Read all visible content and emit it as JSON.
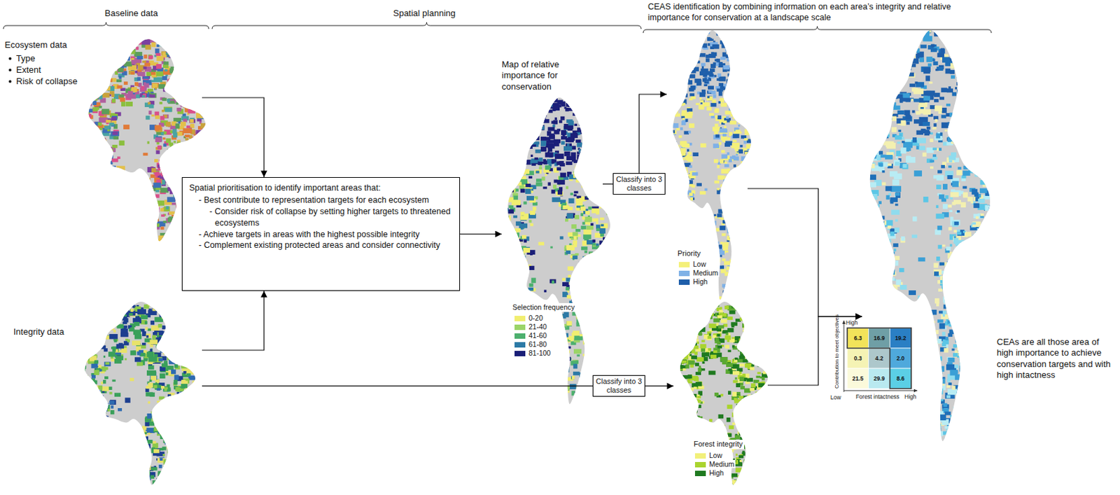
{
  "diagram": {
    "nodes": [
      {
        "text": [
          "Ecosystem data",
          "Type",
          "Extent",
          "Risk of collapse"
        ]
      },
      {
        "text": [
          "Spatial prioritisation to identify important areas that:",
          "- Best contribute to representation targets for each ecosystem",
          "- Consider risk of collapse by setting higher targets to threatened ecosystems",
          "- Achieve targets in areas with the highest possible integrity",
          "- Complement existing protected areas and consider connectivity"
        ]
      },
      {
        "text": [
          "Integrity data"
        ]
      },
      {
        "text": [
          "Map of relative importance for conservation",
          "Selection frequency"
        ]
      },
      {
        "text": [
          "Classify into 3 classes"
        ]
      },
      {
        "text": [
          "Priority"
        ]
      },
      {
        "text": [
          "Classify into 3 classes"
        ]
      },
      {
        "text": [
          "Forest integrity"
        ]
      },
      {
        "text": [
          "CEAs are all those area of high importance to achieve conservation targets and with high intactness"
        ]
      }
    ],
    "edges": [
      {
        "from": 0,
        "to": 1,
        "arrow": "to"
      },
      {
        "from": 2,
        "to": 1,
        "arrow": "to"
      },
      {
        "from": 1,
        "to": 3,
        "arrow": "to"
      },
      {
        "from": 3,
        "to": 4,
        "arrow": "none"
      },
      {
        "from": 4,
        "to": 5,
        "arrow": "to"
      },
      {
        "from": 5,
        "to": 8,
        "arrow": "to"
      },
      {
        "from": 2,
        "to": 6,
        "arrow": "none"
      },
      {
        "from": 6,
        "to": 7,
        "arrow": "to"
      },
      {
        "from": 7,
        "to": 8,
        "arrow": "to"
      }
    ],
    "labels": [
      "Baseline data",
      "Spatial planning",
      "CEAS identification by combining information on each area’s integrity and relative importance for conservation at a landscape scale",
      "6.3",
      "16.9",
      "19.2",
      "0.3",
      "4.2",
      "2.0",
      "21.5",
      "29.9",
      "8.6",
      "High",
      "Contribution to meet objectives",
      "Low",
      "Forest intactness",
      "High"
    ],
    "legend": [
      {
        "text": "0-20",
        "color": "#f1ee70"
      },
      {
        "text": "21-40",
        "color": "#9bd467"
      },
      {
        "text": "41-60",
        "color": "#4db06e"
      },
      {
        "text": "61-80",
        "color": "#2c7aa6"
      },
      {
        "text": "81-100",
        "color": "#1b1f78"
      },
      {
        "text": "Low",
        "color": "#f4f07a"
      },
      {
        "text": "Medium",
        "color": "#7fb1e6"
      },
      {
        "text": "High",
        "color": "#1f5faa"
      },
      {
        "text": "Low",
        "color": "#f2f07a"
      },
      {
        "text": "Medium",
        "color": "#a9d42e"
      },
      {
        "text": "High",
        "color": "#1f7a20"
      }
    ]
  }
}
